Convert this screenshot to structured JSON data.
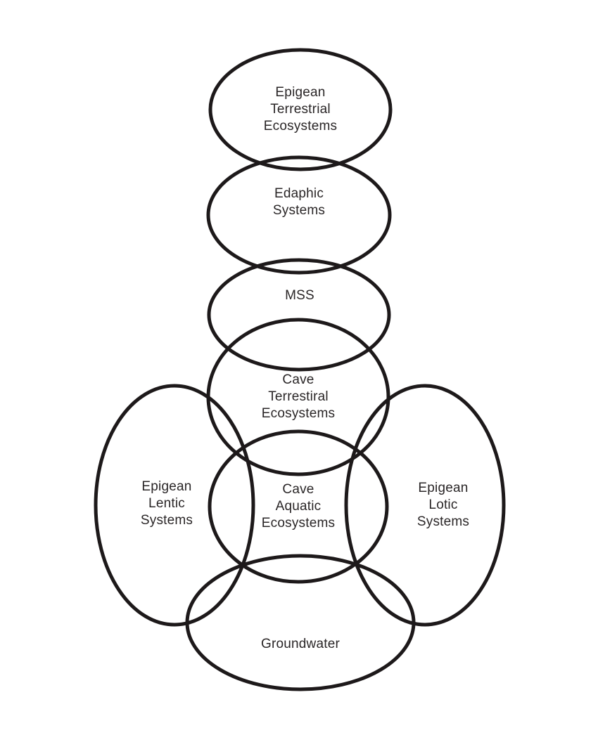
{
  "diagram": {
    "title": "Subterranean and epigean ecosystems connectivity (Venn/Euler diagram)",
    "background_color": "#ffffff",
    "stroke_color": "#1d191a",
    "text_color": "#2a2627",
    "nodes": [
      {
        "id": "epigean-terrestrial-ecosystems",
        "lines": [
          "Epigean",
          "Terrestrial",
          "Ecosystems"
        ]
      },
      {
        "id": "edaphic-systems",
        "lines": [
          "Edaphic",
          "Systems"
        ]
      },
      {
        "id": "mss",
        "lines": [
          "MSS"
        ]
      },
      {
        "id": "cave-terrestrial-ecosystems",
        "lines": [
          "Cave",
          "Terrestiral",
          "Ecosystems"
        ]
      },
      {
        "id": "epigean-lentic-systems",
        "lines": [
          "Epigean",
          "Lentic",
          "Systems"
        ]
      },
      {
        "id": "cave-aquatic-ecosystems",
        "lines": [
          "Cave",
          "Aquatic",
          "Ecosystems"
        ]
      },
      {
        "id": "epigean-lotic-systems",
        "lines": [
          "Epigean",
          "Lotic",
          "Systems"
        ]
      },
      {
        "id": "groundwater",
        "lines": [
          "Groundwater"
        ]
      }
    ]
  }
}
